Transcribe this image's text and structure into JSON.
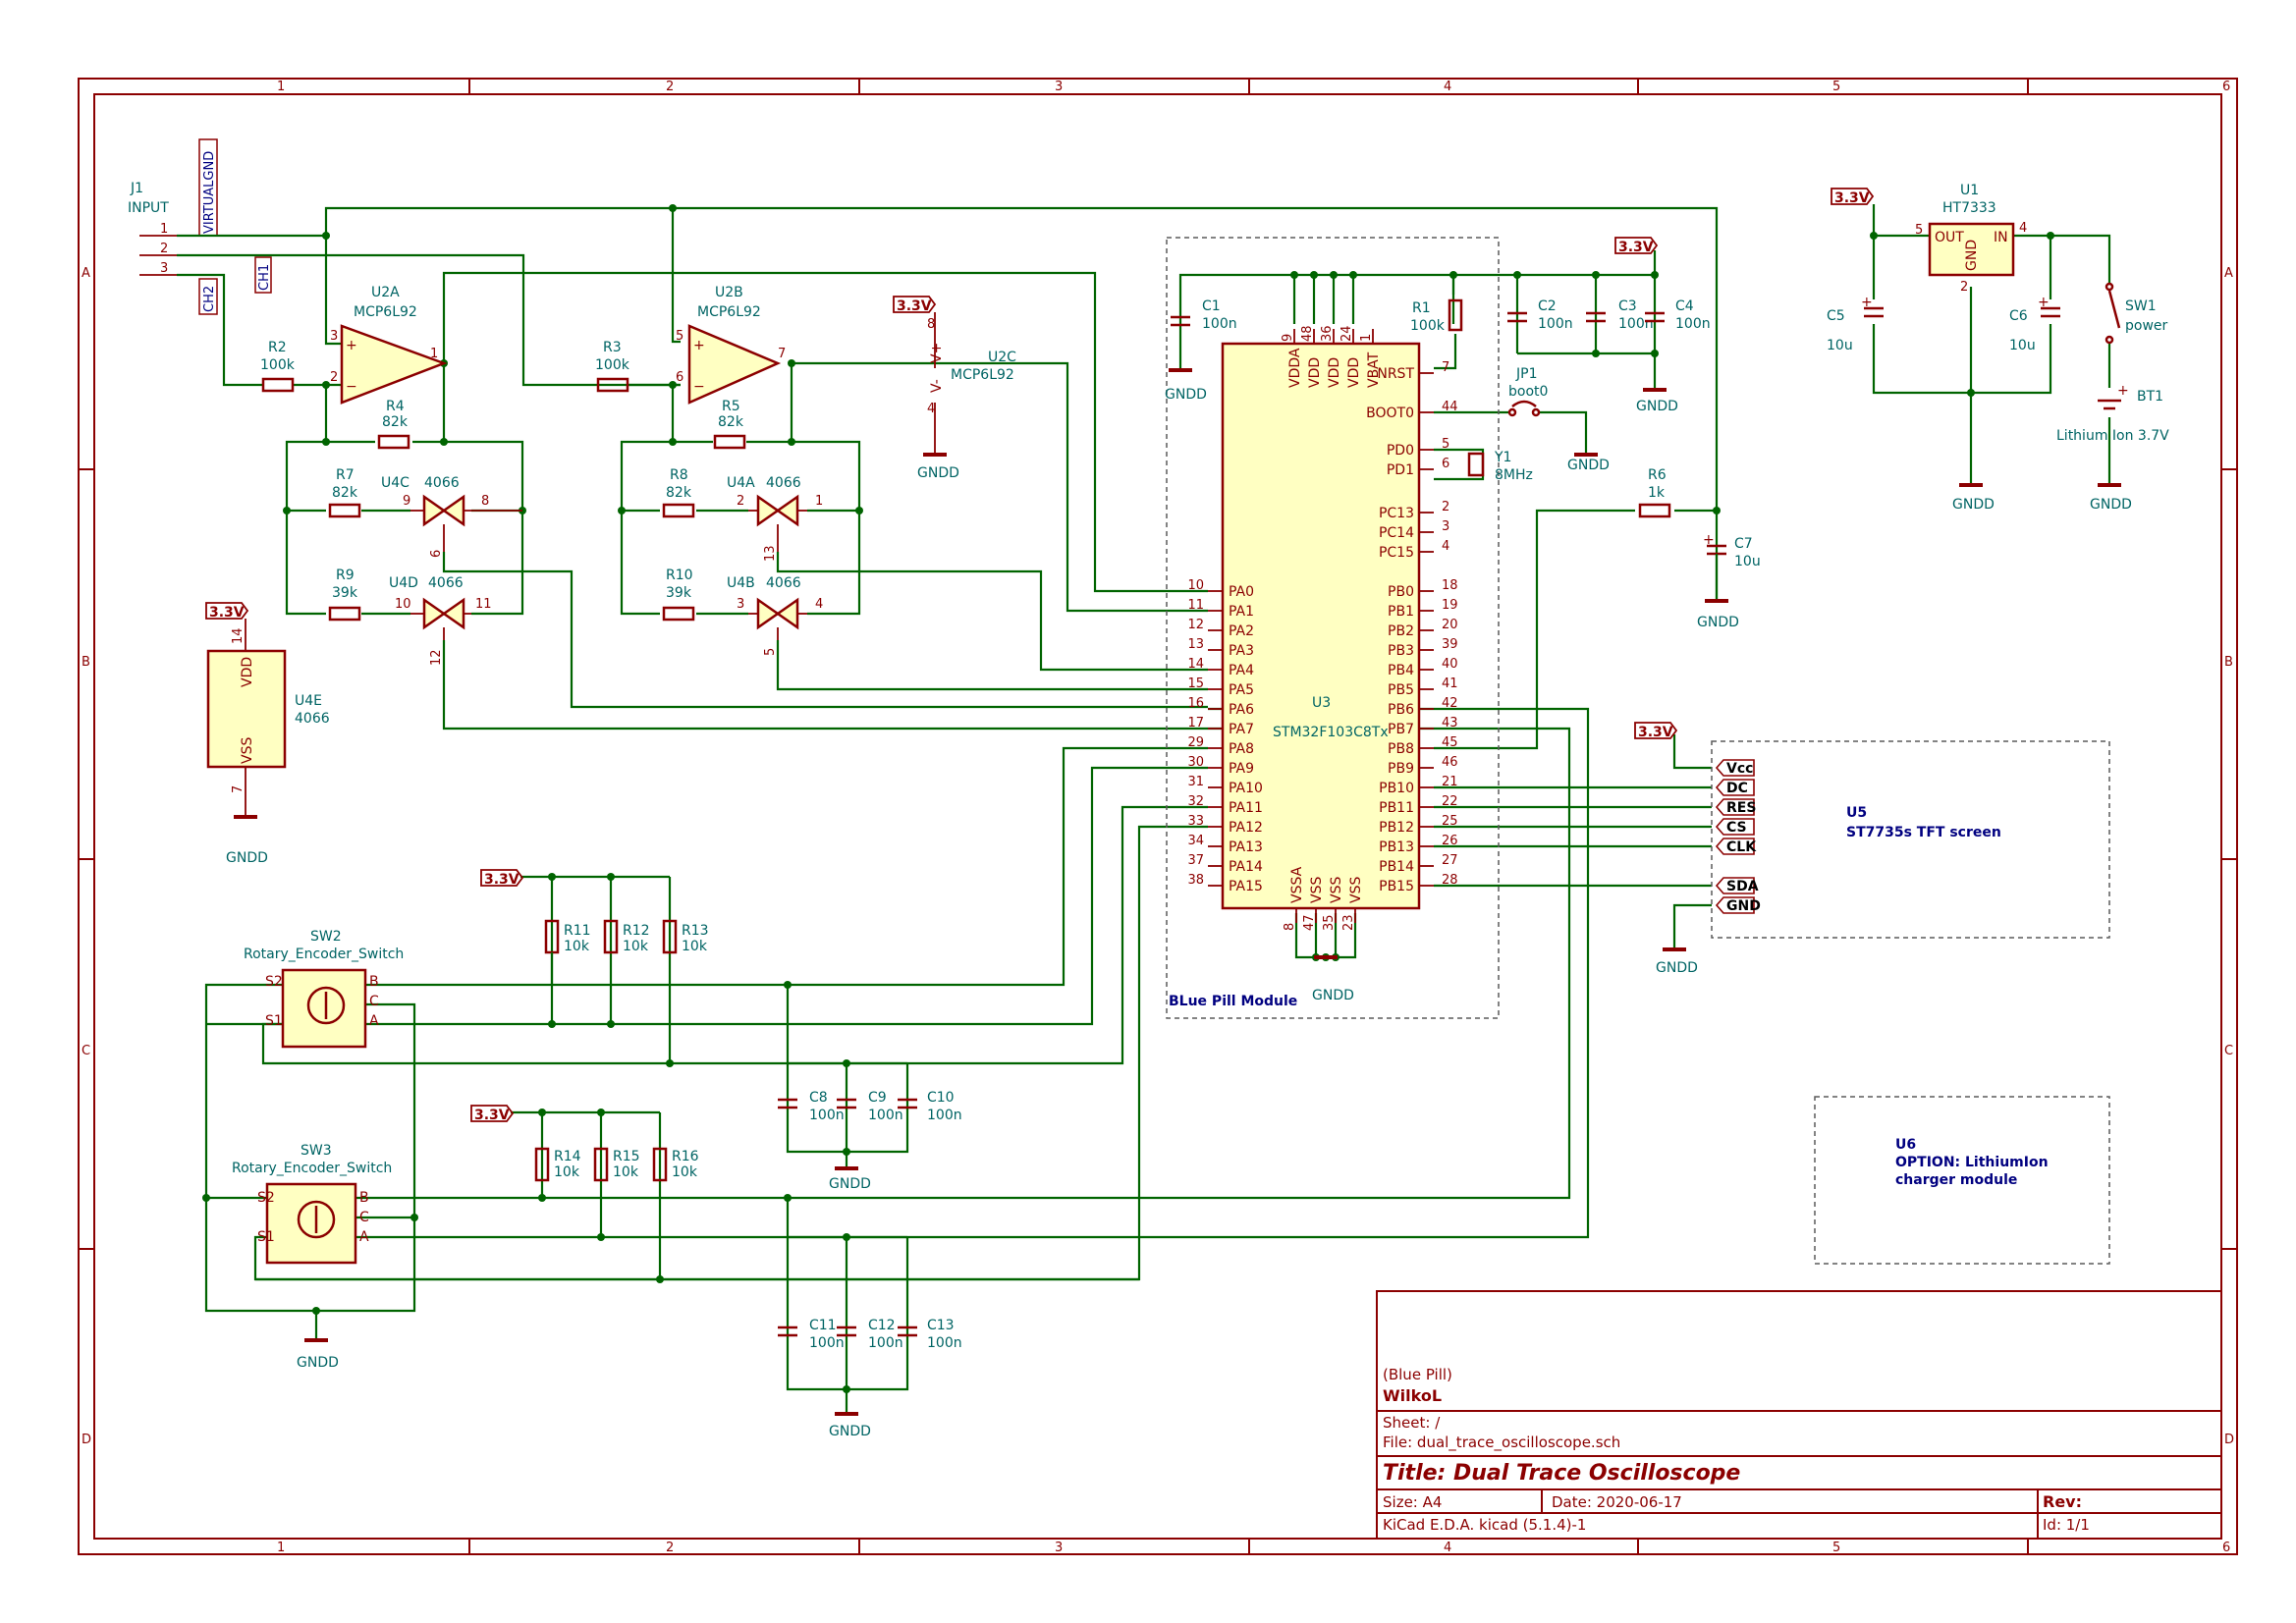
{
  "frame": {
    "columns": [
      "1",
      "2",
      "3",
      "4",
      "5",
      "6"
    ],
    "rows": [
      "A",
      "B",
      "C",
      "D"
    ]
  },
  "connector_j1": {
    "ref": "J1",
    "value": "INPUT",
    "pins": [
      "1",
      "2",
      "3"
    ]
  },
  "nets": {
    "virtualgnd": "VIRTUALGND",
    "ch1": "CH1",
    "ch2": "CH2"
  },
  "power": {
    "p33": "3.3V",
    "gndd": "GNDD",
    "vplus": "V+",
    "vminus": "V-"
  },
  "opamps": [
    {
      "ref": "U2A",
      "value": "MCP6L92",
      "pins": [
        "3",
        "2",
        "1"
      ]
    },
    {
      "ref": "U2B",
      "value": "MCP6L92",
      "pins": [
        "5",
        "6",
        "7"
      ]
    },
    {
      "ref": "U2C",
      "value": "MCP6L92",
      "pins": [
        "8",
        "4"
      ]
    }
  ],
  "resistors": [
    {
      "ref": "R2",
      "value": "100k"
    },
    {
      "ref": "R3",
      "value": "100k"
    },
    {
      "ref": "R4",
      "value": "82k"
    },
    {
      "ref": "R5",
      "value": "82k"
    },
    {
      "ref": "R7",
      "value": "82k"
    },
    {
      "ref": "R8",
      "value": "82k"
    },
    {
      "ref": "R9",
      "value": "39k"
    },
    {
      "ref": "R10",
      "value": "39k"
    },
    {
      "ref": "R1",
      "value": "100k"
    },
    {
      "ref": "R6",
      "value": "1k"
    },
    {
      "ref": "R11",
      "value": "10k"
    },
    {
      "ref": "R12",
      "value": "10k"
    },
    {
      "ref": "R13",
      "value": "10k"
    },
    {
      "ref": "R14",
      "value": "10k"
    },
    {
      "ref": "R15",
      "value": "10k"
    },
    {
      "ref": "R16",
      "value": "10k"
    }
  ],
  "switches_4066": [
    {
      "ref": "U4C",
      "value": "4066",
      "pins": [
        "9",
        "8",
        "6"
      ]
    },
    {
      "ref": "U4D",
      "value": "4066",
      "pins": [
        "10",
        "11",
        "12"
      ]
    },
    {
      "ref": "U4A",
      "value": "4066",
      "pins": [
        "2",
        "1",
        "13"
      ]
    },
    {
      "ref": "U4B",
      "value": "4066",
      "pins": [
        "3",
        "4",
        "5"
      ]
    }
  ],
  "u4e": {
    "ref": "U4E",
    "value": "4066",
    "vdd": "VDD",
    "vss": "VSS",
    "pin_vdd": "14",
    "pin_vss": "7"
  },
  "capacitors": [
    {
      "ref": "C1",
      "value": "100n"
    },
    {
      "ref": "C2",
      "value": "100n"
    },
    {
      "ref": "C3",
      "value": "100n"
    },
    {
      "ref": "C4",
      "value": "100n"
    },
    {
      "ref": "C5",
      "value": "10u"
    },
    {
      "ref": "C6",
      "value": "10u"
    },
    {
      "ref": "C7",
      "value": "10u"
    },
    {
      "ref": "C8",
      "value": "100n"
    },
    {
      "ref": "C9",
      "value": "100n"
    },
    {
      "ref": "C10",
      "value": "100n"
    },
    {
      "ref": "C11",
      "value": "100n"
    },
    {
      "ref": "C12",
      "value": "100n"
    },
    {
      "ref": "C13",
      "value": "100n"
    }
  ],
  "mcu": {
    "ref": "U3",
    "value": "STM32F103C8Tx",
    "top_pins": [
      {
        "n": "9",
        "l": "VDDA"
      },
      {
        "n": "48",
        "l": "VDD"
      },
      {
        "n": "36",
        "l": "VDD"
      },
      {
        "n": "24",
        "l": "VDD"
      },
      {
        "n": "1",
        "l": "VBAT"
      }
    ],
    "bottom_pins": [
      {
        "n": "8",
        "l": "VSSA"
      },
      {
        "n": "47",
        "l": "VSS"
      },
      {
        "n": "35",
        "l": "VSS"
      },
      {
        "n": "23",
        "l": "VSS"
      }
    ],
    "left_pins": [
      {
        "n": "10",
        "l": "PA0"
      },
      {
        "n": "11",
        "l": "PA1"
      },
      {
        "n": "12",
        "l": "PA2"
      },
      {
        "n": "13",
        "l": "PA3"
      },
      {
        "n": "14",
        "l": "PA4"
      },
      {
        "n": "15",
        "l": "PA5"
      },
      {
        "n": "16",
        "l": "PA6"
      },
      {
        "n": "17",
        "l": "PA7"
      },
      {
        "n": "29",
        "l": "PA8"
      },
      {
        "n": "30",
        "l": "PA9"
      },
      {
        "n": "31",
        "l": "PA10"
      },
      {
        "n": "32",
        "l": "PA11"
      },
      {
        "n": "33",
        "l": "PA12"
      },
      {
        "n": "34",
        "l": "PA13"
      },
      {
        "n": "37",
        "l": "PA14"
      },
      {
        "n": "38",
        "l": "PA15"
      }
    ],
    "right_top_pins": [
      {
        "n": "7",
        "l": "NRST"
      },
      {
        "n": "44",
        "l": "BOOT0"
      },
      {
        "n": "5",
        "l": "PD0"
      },
      {
        "n": "6",
        "l": "PD1"
      },
      {
        "n": "2",
        "l": "PC13"
      },
      {
        "n": "3",
        "l": "PC14"
      },
      {
        "n": "4",
        "l": "PC15"
      }
    ],
    "right_pins": [
      {
        "n": "18",
        "l": "PB0"
      },
      {
        "n": "19",
        "l": "PB1"
      },
      {
        "n": "20",
        "l": "PB2"
      },
      {
        "n": "39",
        "l": "PB3"
      },
      {
        "n": "40",
        "l": "PB4"
      },
      {
        "n": "41",
        "l": "PB5"
      },
      {
        "n": "42",
        "l": "PB6"
      },
      {
        "n": "43",
        "l": "PB7"
      },
      {
        "n": "45",
        "l": "PB8"
      },
      {
        "n": "46",
        "l": "PB9"
      },
      {
        "n": "21",
        "l": "PB10"
      },
      {
        "n": "22",
        "l": "PB11"
      },
      {
        "n": "25",
        "l": "PB12"
      },
      {
        "n": "26",
        "l": "PB13"
      },
      {
        "n": "27",
        "l": "PB14"
      },
      {
        "n": "28",
        "l": "PB15"
      }
    ],
    "module_label": "BLue Pill Module"
  },
  "crystal": {
    "ref": "Y1",
    "value": "8MHz"
  },
  "jumper": {
    "ref": "JP1",
    "value": "boot0"
  },
  "regulator": {
    "ref": "U1",
    "value": "HT7333",
    "out": "OUT",
    "in": "IN",
    "gnd": "GND",
    "pin_in": "4",
    "pin_out": "5",
    "pin_gnd": "2"
  },
  "sw1": {
    "ref": "SW1",
    "value": "power"
  },
  "bt1": {
    "ref": "BT1",
    "value": "Lithium Ion 3.7V"
  },
  "u5": {
    "ref": "U5",
    "value": "ST7735s TFT screen",
    "pins": [
      "Vcc",
      "DC",
      "RES",
      "CS",
      "CLK",
      "SDA",
      "GND"
    ]
  },
  "u6": {
    "ref": "U6",
    "line1": "OPTION: LithiumIon",
    "line2": "charger module"
  },
  "encoders": [
    {
      "ref": "SW2",
      "value": "Rotary_Encoder_Switch",
      "pins": [
        "S2",
        "S1",
        "B",
        "C",
        "A"
      ]
    },
    {
      "ref": "SW3",
      "value": "Rotary_Encoder_Switch",
      "pins": [
        "S2",
        "S1",
        "B",
        "C",
        "A"
      ]
    }
  ],
  "title_block": {
    "company": "(Blue Pill)",
    "author": "WilkoL",
    "sheet": "Sheet: /",
    "file": "File: dual_trace_oscilloscope.sch",
    "title": "Title: Dual Trace Oscilloscope",
    "size": "Size: A4",
    "date": "Date: 2020-06-17",
    "rev": "Rev:",
    "tool": "KiCad E.D.A.  kicad (5.1.4)-1",
    "id": "Id: 1/1"
  }
}
